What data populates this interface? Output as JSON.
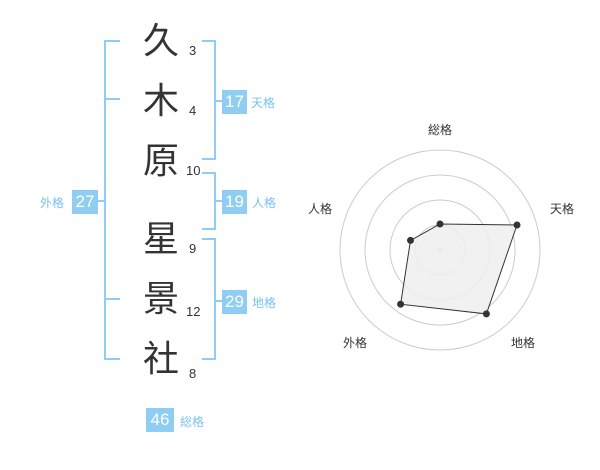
{
  "surname": [
    {
      "char": "久",
      "strokes": "3"
    },
    {
      "char": "木",
      "strokes": "4"
    },
    {
      "char": "原",
      "strokes": "10"
    }
  ],
  "given_name": [
    {
      "char": "星",
      "strokes": "9"
    },
    {
      "char": "景",
      "strokes": "12"
    },
    {
      "char": "社",
      "strokes": "8"
    }
  ],
  "fortunes": {
    "tenkaku": {
      "label": "天格",
      "value": "17"
    },
    "jinkaku": {
      "label": "人格",
      "value": "19"
    },
    "chikaku": {
      "label": "地格",
      "value": "29"
    },
    "gaikaku": {
      "label": "外格",
      "value": "27"
    },
    "soukaku": {
      "label": "総格",
      "value": "46"
    }
  },
  "colors": {
    "accent": "#8fcdf2",
    "accent_text": "#78c3ef",
    "text": "#333333",
    "radar_fill": "#efefef",
    "radar_grid": "#cccccc"
  },
  "chart_data": {
    "type": "radar",
    "axes": [
      "総格",
      "天格",
      "地格",
      "外格",
      "人格"
    ],
    "values": [
      0.26,
      0.81,
      0.79,
      0.67,
      0.31
    ],
    "range": [
      0,
      1
    ],
    "rings": 4
  }
}
